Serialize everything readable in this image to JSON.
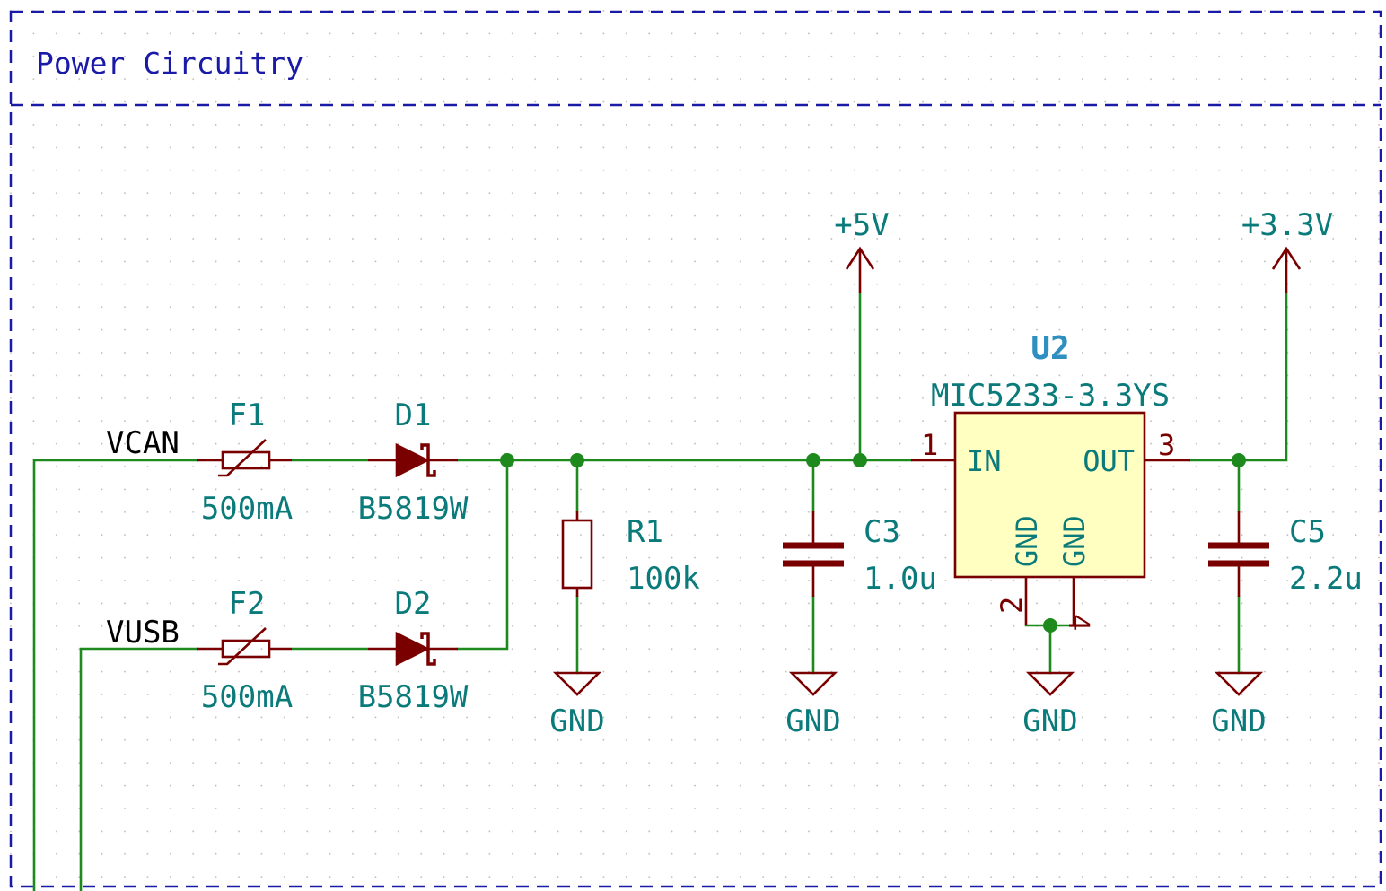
{
  "sheet": {
    "title": "Power Circuitry"
  },
  "colors": {
    "frame": "#1a1aa8",
    "wire": "#1e8a1e",
    "symbol": "#7a0000",
    "label": "#0a7a7a",
    "ic_fill": "#ffffc2",
    "ref_highlight": "#2e8fc0",
    "net_label": "#000000"
  },
  "nets": {
    "vcan": "VCAN",
    "vusb": "VUSB"
  },
  "components": {
    "f1": {
      "ref": "F1",
      "value": "500mA"
    },
    "f2": {
      "ref": "F2",
      "value": "500mA"
    },
    "d1": {
      "ref": "D1",
      "value": "B5819W"
    },
    "d2": {
      "ref": "D2",
      "value": "B5819W"
    },
    "r1": {
      "ref": "R1",
      "value": "100k"
    },
    "c3": {
      "ref": "C3",
      "value": "1.0u"
    },
    "c5": {
      "ref": "C5",
      "value": "2.2u"
    },
    "u2": {
      "ref": "U2",
      "value": "MIC5233-3.3YS",
      "pin_in": "IN",
      "pin_out": "OUT",
      "pin_gnd_a": "GND",
      "pin_gnd_b": "GND",
      "pin1": "1",
      "pin2": "2",
      "pin3": "3",
      "pin4": "4"
    }
  },
  "power": {
    "p5v": "+5V",
    "p3v3": "+3.3V",
    "gnd_r1": "GND",
    "gnd_c3": "GND",
    "gnd_u2": "GND",
    "gnd_c5": "GND"
  }
}
